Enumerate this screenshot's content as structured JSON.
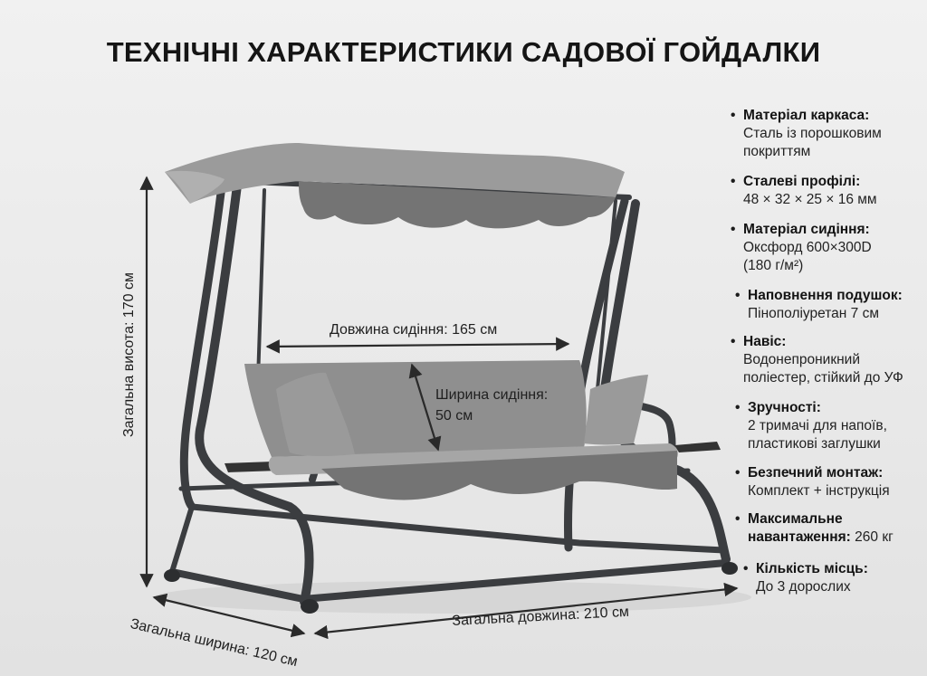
{
  "title": "ТЕХНІЧНІ ХАРАКТЕРИСТИКИ САДОВОЇ ГОЙДАЛКИ",
  "dimensions": {
    "seat_length": "Довжина сидіння: 165 см",
    "seat_width_line1": "Ширина сидіння:",
    "seat_width_line2": "50 см",
    "total_height": "Загальна висота: 170 см",
    "total_width": "Загальна ширина: 120 см",
    "total_length": "Загальна довжина: 210 см"
  },
  "specs": [
    {
      "title": "Матеріал каркаса:",
      "value_line1": "Сталь із порошковим",
      "value_line2": "покриттям"
    },
    {
      "title": "Сталеві профілі:",
      "value_line1": "48 × 32 × 25 × 16 мм",
      "value_line2": ""
    },
    {
      "title": "Матеріал сидіння:",
      "value_line1": "Оксфорд 600×300D",
      "value_line2": "(180 г/м²)"
    },
    {
      "title": "Наповнення подушок:",
      "value_line1": "Пінополіуретан 7 см",
      "value_line2": ""
    },
    {
      "title": "Навіс:",
      "value_line1": "Водонепроникний",
      "value_line2": "поліестер, стійкий до УФ"
    },
    {
      "title": "Зручності:",
      "value_line1": "2 тримачі для напоїв,",
      "value_line2": "пластикові заглушки"
    },
    {
      "title": "Безпечний монтаж:",
      "value_line1": "Комплект + інструкція",
      "value_line2": ""
    },
    {
      "title_line1": "Максимальне",
      "title_line2": "навантаження:",
      "value": "260 кг"
    },
    {
      "title": "Кількість місць:",
      "value_line1": "До 3 дорослих",
      "value_line2": ""
    }
  ],
  "colors": {
    "frame": "#3b3d40",
    "fabric": "#8f8f8f",
    "fabric_dark": "#747474",
    "fabric_light": "#a6a6a6",
    "arrow": "#2a2a2a"
  }
}
